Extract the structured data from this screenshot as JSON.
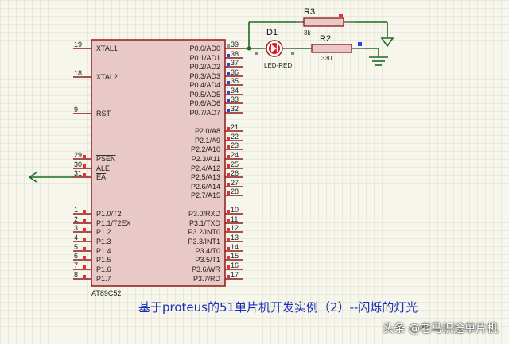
{
  "chip": {
    "part_name": "AT89C52",
    "left_pins": [
      {
        "num": "19",
        "name": "XTAL1",
        "overline": false
      },
      {
        "num": "18",
        "name": "XTAL2",
        "overline": false
      },
      {
        "num": "9",
        "name": "RST",
        "overline": false
      },
      {
        "num": "29",
        "name": "PSEN",
        "overline": true
      },
      {
        "num": "30",
        "name": "ALE",
        "overline": false
      },
      {
        "num": "31",
        "name": "EA",
        "overline": true
      },
      {
        "num": "1",
        "name": "P1.0/T2",
        "overline": false
      },
      {
        "num": "2",
        "name": "P1.1/T2EX",
        "overline": false
      },
      {
        "num": "3",
        "name": "P1.2",
        "overline": false
      },
      {
        "num": "4",
        "name": "P1.3",
        "overline": false
      },
      {
        "num": "5",
        "name": "P1.4",
        "overline": false
      },
      {
        "num": "6",
        "name": "P1.5",
        "overline": false
      },
      {
        "num": "7",
        "name": "P1.6",
        "overline": false
      },
      {
        "num": "8",
        "name": "P1.7",
        "overline": false
      }
    ],
    "right_pins": [
      {
        "num": "39",
        "name": "P0.0/AD0"
      },
      {
        "num": "38",
        "name": "P0.1/AD1"
      },
      {
        "num": "37",
        "name": "P0.2/AD2"
      },
      {
        "num": "36",
        "name": "P0.3/AD3"
      },
      {
        "num": "35",
        "name": "P0.4/AD4"
      },
      {
        "num": "34",
        "name": "P0.5/AD5"
      },
      {
        "num": "33",
        "name": "P0.6/AD6"
      },
      {
        "num": "32",
        "name": "P0.7/AD7"
      },
      {
        "num": "21",
        "name": "P2.0/A8"
      },
      {
        "num": "22",
        "name": "P2.1/A9"
      },
      {
        "num": "23",
        "name": "P2.2/A10"
      },
      {
        "num": "24",
        "name": "P2.3/A11"
      },
      {
        "num": "25",
        "name": "P2.4/A12"
      },
      {
        "num": "26",
        "name": "P2.5/A13"
      },
      {
        "num": "27",
        "name": "P2.6/A14"
      },
      {
        "num": "28",
        "name": "P2.7/A15"
      },
      {
        "num": "10",
        "name": "P3.0/RXD"
      },
      {
        "num": "11",
        "name": "P3.1/TXD"
      },
      {
        "num": "12",
        "name": "P3.2/INT0"
      },
      {
        "num": "13",
        "name": "P3.3/INT1"
      },
      {
        "num": "14",
        "name": "P3.4/T0"
      },
      {
        "num": "15",
        "name": "P3.5/T1"
      },
      {
        "num": "16",
        "name": "P3.6/WR"
      },
      {
        "num": "17",
        "name": "P3.7/RD"
      }
    ]
  },
  "led": {
    "ref": "D1",
    "value": "LED-RED"
  },
  "r3": {
    "ref": "R3",
    "value": "3k"
  },
  "r2": {
    "ref": "R2",
    "value": "330"
  },
  "caption": "基于proteus的51单片机开发实例（2）--闪烁的灯光",
  "watermark": "头条 @老马识途单片机",
  "colors": {
    "background": "#f6f6ec",
    "grid": "#dcdccc",
    "chip_fill": "#e9c8c8",
    "chip_border": "#8b1a1a",
    "wire": "#1f6b1f",
    "pin_marker_red": "#e03030",
    "pin_marker_blue": "#3040d0",
    "led_red": "#e01818",
    "caption": "#1a2fb8"
  }
}
